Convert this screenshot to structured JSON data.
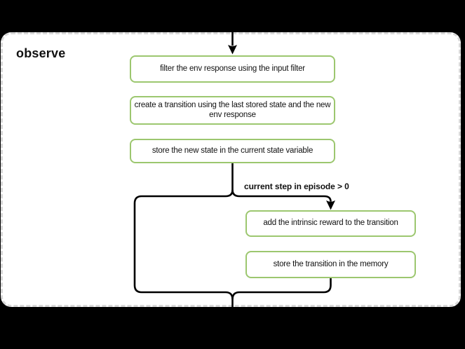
{
  "colors": {
    "background": "#000000",
    "frame-fill": "#ffffff",
    "frame-border": "#d8d8d8",
    "node-border": "#9cc76f",
    "node-fill": "#ffffff",
    "connector": "#000000",
    "text": "#111111"
  },
  "diagram": {
    "title": "observe",
    "condition_label": "current step in episode > 0",
    "main_steps": [
      {
        "label": "filter the env response using the input filter"
      },
      {
        "label": "create a transition using the last stored state and the new env response"
      },
      {
        "label": "store the new state in the current state variable"
      }
    ],
    "branch_steps": [
      {
        "label": "add the intrinsic reward to the transition"
      },
      {
        "label": "store the transition in the memory"
      }
    ]
  }
}
